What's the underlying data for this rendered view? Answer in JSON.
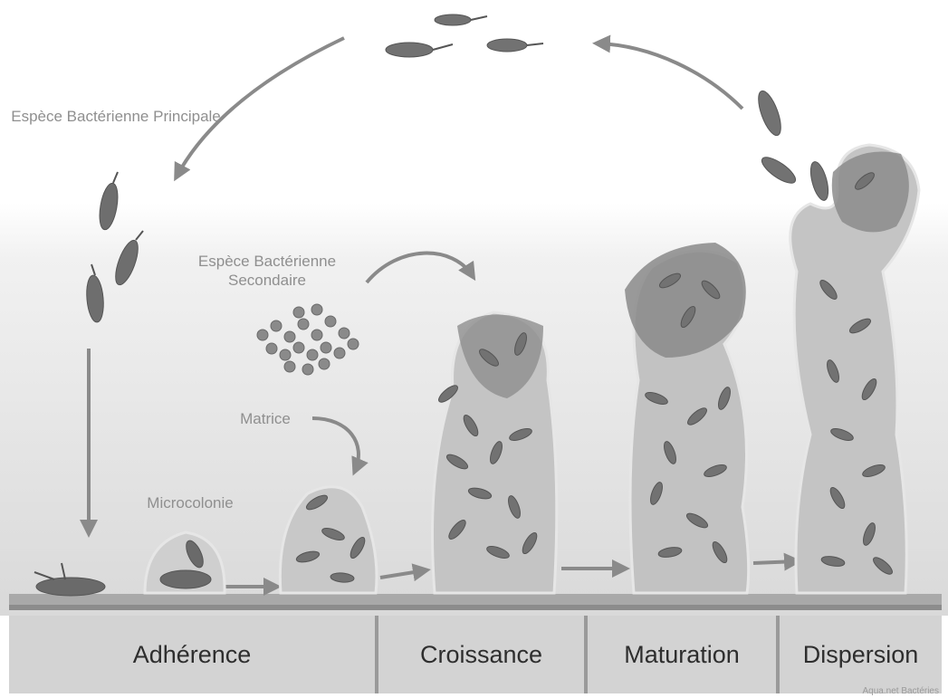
{
  "labels": {
    "primary_species": "Espèce Bactérienne Principale",
    "secondary_species": "Espèce Bactérienne Secondaire",
    "matrix": "Matrice",
    "microcolony": "Microcolonie"
  },
  "stages": [
    {
      "label": "Adhérence"
    },
    {
      "label": "Croissance"
    },
    {
      "label": "Maturation"
    },
    {
      "label": "Dispersion"
    }
  ],
  "credit": "Aqua.net Bactéries",
  "colors": {
    "bacteria": "#6a6a6a",
    "matrix": "#c6c6c6",
    "arrow": "#8a8a8a",
    "base_band": "#d3d3d3",
    "divider": "#9a9a9a"
  }
}
